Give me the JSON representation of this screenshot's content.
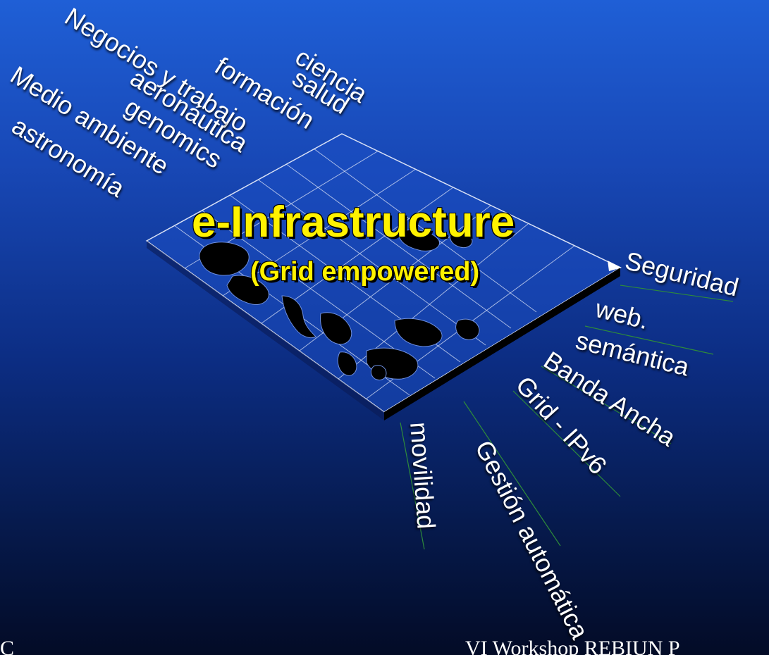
{
  "title": "e-Infrastructure",
  "subtitle": "(Grid empowered)",
  "domains": [
    "ciencia",
    "salud",
    "formación",
    "Negocios y trabajo",
    "aeronáutica",
    "genomics",
    "Medio ambiente",
    "astronomía"
  ],
  "technologies": [
    "Seguridad",
    "web.",
    "semántica",
    "Banda Ancha",
    "Grid - IPv6",
    "Gestión automática",
    "movilidad"
  ],
  "footer": {
    "left": "C",
    "right": "VI Workshop REBIUN P"
  },
  "colors": {
    "background_top": "#1f5fd6",
    "background_bottom": "#030b26",
    "title_text": "#fff200",
    "label_text": "#ffffff",
    "connector_line": "#2e8b3a",
    "grid_line": "#cfd8ee",
    "landmass": "#000000"
  }
}
